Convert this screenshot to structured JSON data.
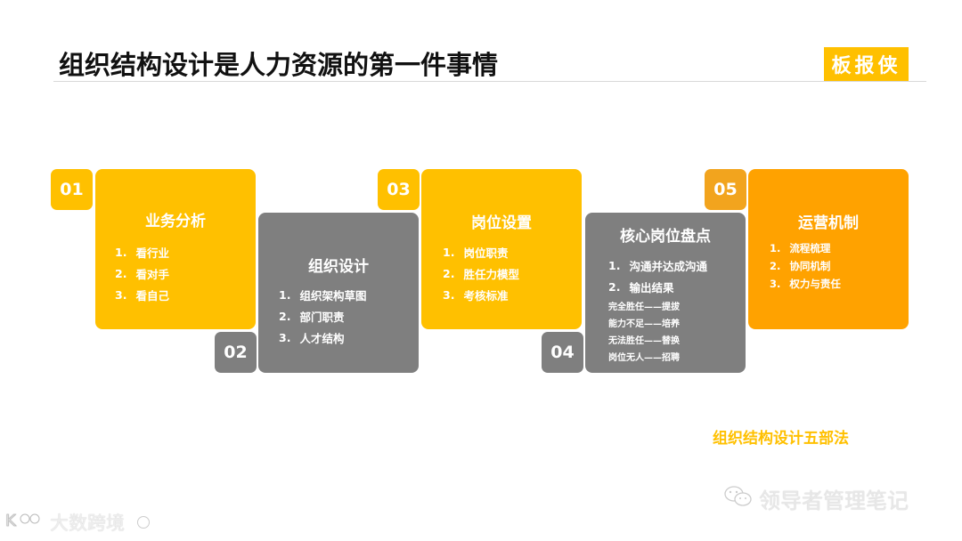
{
  "header": {
    "title": "组织结构设计是人力资源的第一件事情",
    "brand": "板报侠"
  },
  "steps": [
    {
      "number": "01",
      "title": "业务分析",
      "color": "#FFC000",
      "items": [
        {
          "n": "1.",
          "text": "看行业"
        },
        {
          "n": "2.",
          "text": "看对手"
        },
        {
          "n": "3.",
          "text": "看自己"
        }
      ]
    },
    {
      "number": "02",
      "title": "组织设计",
      "color": "#7F7F7F",
      "items": [
        {
          "n": "1.",
          "text": "组织架构草图"
        },
        {
          "n": "2.",
          "text": "部门职责"
        },
        {
          "n": "3.",
          "text": "人才结构"
        }
      ]
    },
    {
      "number": "03",
      "title": "岗位设置",
      "color": "#FFC000",
      "items": [
        {
          "n": "1.",
          "text": "岗位职责"
        },
        {
          "n": "2.",
          "text": "胜任力模型"
        },
        {
          "n": "3.",
          "text": "考核标准"
        }
      ]
    },
    {
      "number": "04",
      "title": "核心岗位盘点",
      "color": "#7F7F7F",
      "items": [
        {
          "n": "1.",
          "text": "沟通并达成沟通"
        },
        {
          "n": "2.",
          "text": "输出结果"
        }
      ],
      "outcomes": [
        "完全胜任——提拔",
        "能力不足——培养",
        "无法胜任——替换",
        "岗位无人——招聘"
      ]
    },
    {
      "number": "05",
      "title": "运营机制",
      "color": "#FFA200",
      "items": [
        {
          "n": "1.",
          "text": "流程梳理"
        },
        {
          "n": "2.",
          "text": "协同机制"
        },
        {
          "n": "3.",
          "text": "权力与责任"
        }
      ]
    }
  ],
  "caption": "组织结构设计五部法",
  "watermarks": {
    "wechat": "领导者管理笔记",
    "source": "大数跨境"
  }
}
